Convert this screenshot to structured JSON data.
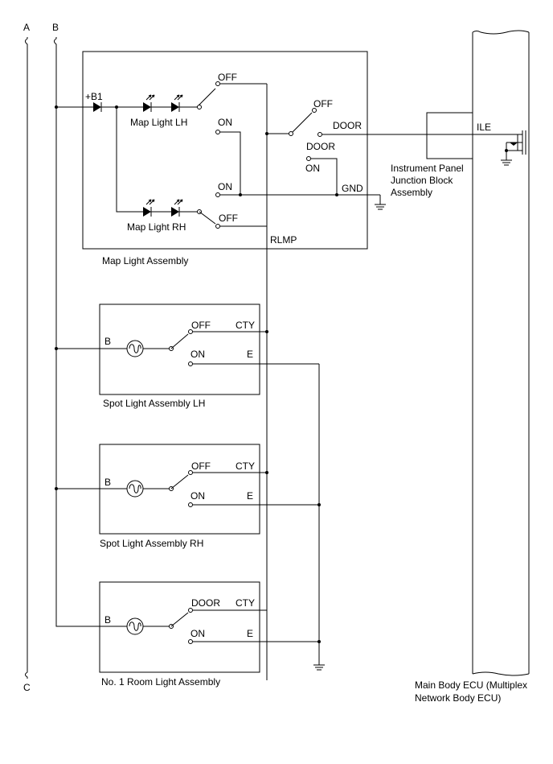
{
  "rails": {
    "a_top": "A",
    "b_top": "B",
    "a_bottom": "C"
  },
  "map_light": {
    "assembly_label": "Map Light Assembly",
    "b1": "+B1",
    "lh_label": "Map Light LH",
    "rh_label": "Map Light RH",
    "lh_off": "OFF",
    "lh_on": "ON",
    "door_off": "OFF",
    "door": "DOOR",
    "door_pos": "DOOR",
    "door_on": "ON",
    "rh_on": "ON",
    "rh_off": "OFF",
    "gnd": "GND",
    "rlmp": "RLMP"
  },
  "spot_lh": {
    "label": "Spot Light Assembly LH",
    "b": "B",
    "off": "OFF",
    "on": "ON",
    "cty": "CTY",
    "e": "E"
  },
  "spot_rh": {
    "label": "Spot Light Assembly RH",
    "b": "B",
    "off": "OFF",
    "on": "ON",
    "cty": "CTY",
    "e": "E"
  },
  "room": {
    "label": "No. 1 Room Light Assembly",
    "b": "B",
    "door": "DOOR",
    "on": "ON",
    "cty": "CTY",
    "e": "E"
  },
  "junction": {
    "ile": "ILE",
    "label_lines": [
      "Instrument Panel",
      "Junction Block",
      "Assembly"
    ]
  },
  "ecu": {
    "label_lines": [
      "Main Body ECU (Multiplex",
      "Network Body ECU)"
    ]
  }
}
